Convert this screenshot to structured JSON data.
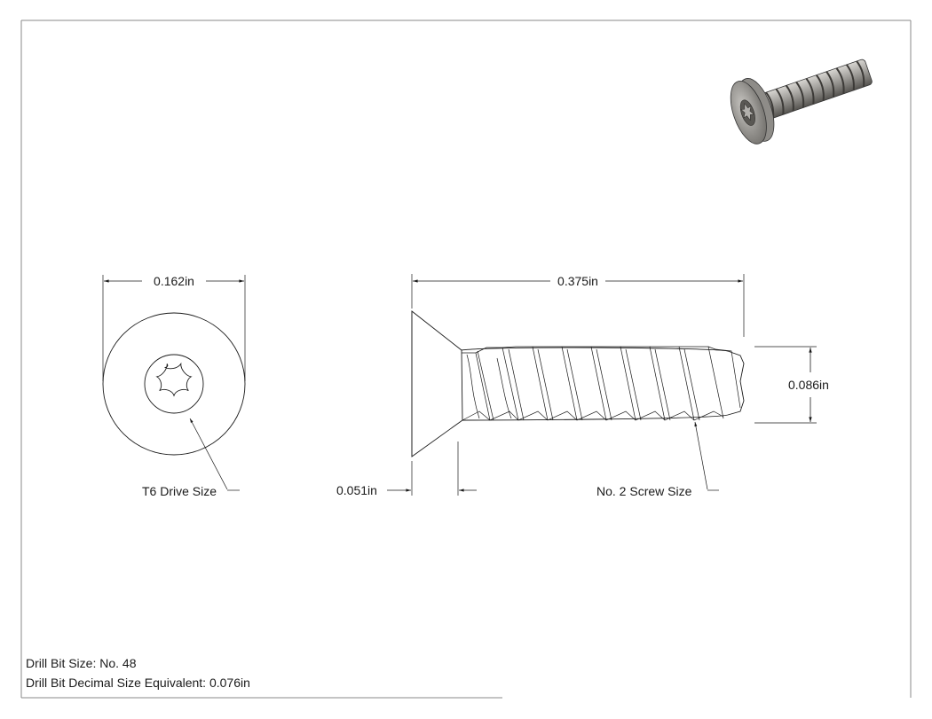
{
  "dimensions": {
    "head_diameter": "0.162in",
    "overall_length": "0.375in",
    "thread_diameter": "0.086in",
    "head_height": "0.051in"
  },
  "callouts": {
    "drive_size": "T6 Drive Size",
    "screw_size": "No. 2 Screw Size"
  },
  "notes": {
    "drill_bit_size": "Drill Bit Size: No. 48",
    "drill_bit_decimal": "Drill Bit Decimal Size Equivalent: 0.076in"
  },
  "colors": {
    "line": "#1a1a1a",
    "frame": "#8a8a8a",
    "render_metal": "#9c9a96"
  }
}
